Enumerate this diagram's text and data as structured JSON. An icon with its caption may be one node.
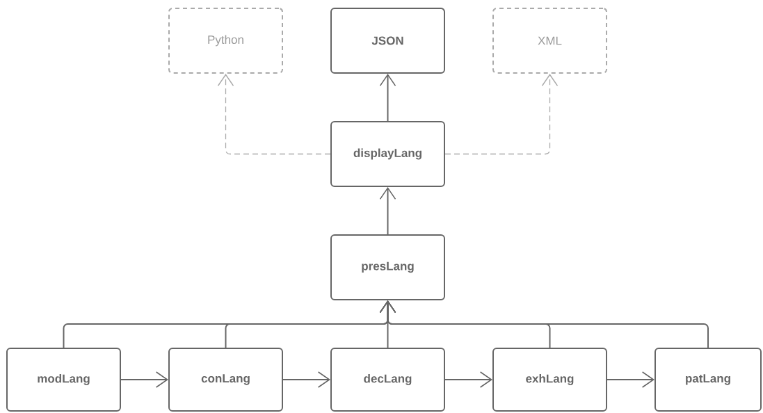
{
  "diagram": {
    "nodes": [
      {
        "text": [
          "Python"
        ]
      },
      {
        "text": [
          "JSON"
        ]
      },
      {
        "text": [
          "XML"
        ]
      },
      {
        "text": [
          "displayLang"
        ]
      },
      {
        "text": [
          "presLang"
        ]
      },
      {
        "text": [
          "modLang"
        ]
      },
      {
        "text": [
          "conLang"
        ]
      },
      {
        "text": [
          "decLang"
        ]
      },
      {
        "text": [
          "exhLang"
        ]
      },
      {
        "text": [
          "patLang"
        ]
      }
    ],
    "edges": [
      {
        "from": 3,
        "to": 0,
        "arrow": "to",
        "style": "dashed",
        "color": "#aaaaaa"
      },
      {
        "from": 3,
        "to": 1,
        "arrow": "to"
      },
      {
        "from": 3,
        "to": 2,
        "arrow": "to",
        "style": "dashed",
        "color": "#aaaaaa"
      },
      {
        "from": 4,
        "to": 3,
        "arrow": "to"
      },
      {
        "from": 5,
        "to": 4,
        "arrow": "to"
      },
      {
        "from": 6,
        "to": 4,
        "arrow": "to"
      },
      {
        "from": 7,
        "to": 4,
        "arrow": "to"
      },
      {
        "from": 8,
        "to": 4,
        "arrow": "to"
      },
      {
        "from": 9,
        "to": 4,
        "arrow": "to"
      },
      {
        "from": 5,
        "to": 6,
        "arrow": "to"
      },
      {
        "from": 6,
        "to": 7,
        "arrow": "to"
      },
      {
        "from": 7,
        "to": 8,
        "arrow": "to"
      },
      {
        "from": 8,
        "to": 9,
        "arrow": "to"
      }
    ]
  }
}
